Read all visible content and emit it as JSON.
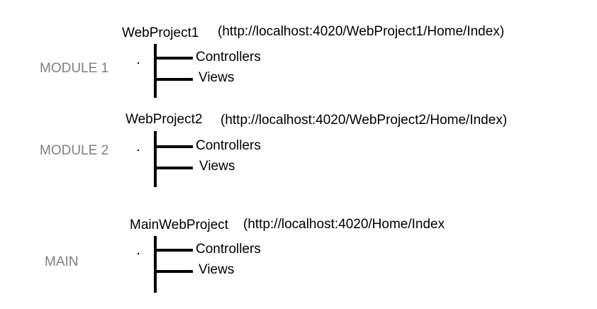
{
  "modules": [
    {
      "label": "MODULE 1",
      "project": "WebProject1",
      "url": "(http://localhost:4020/WebProject1/Home/Index)",
      "children": [
        "Controllers",
        "Views"
      ]
    },
    {
      "label": "MODULE 2",
      "project": "WebProject2",
      "url": "(http://localhost:4020/WebProject2/Home/Index)",
      "children": [
        "Controllers",
        "Views"
      ]
    },
    {
      "label": "MAIN",
      "project": "MainWebProject",
      "url": "(http://localhost:4020/Home/Index",
      "children": [
        "Controllers",
        "Views"
      ]
    }
  ]
}
